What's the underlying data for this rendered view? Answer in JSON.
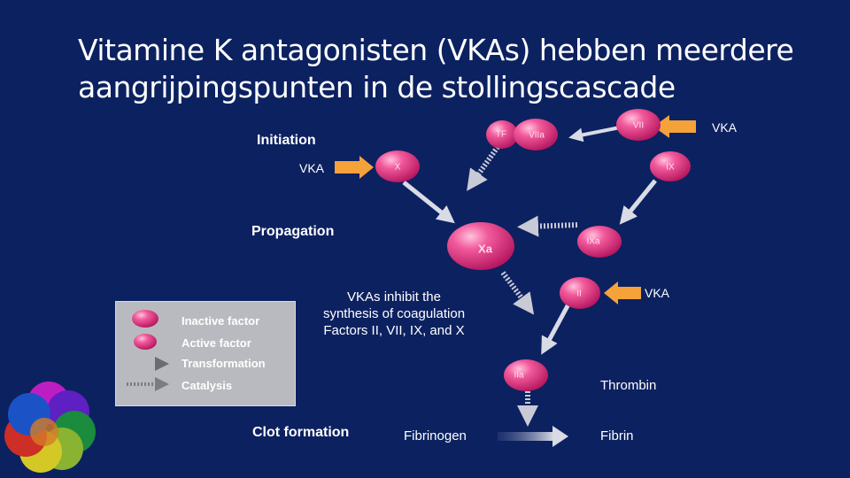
{
  "title": "Vitamine K antagonisten (VKAs) hebben meerdere aangrijpingspunten in de stollingscascade",
  "sections": {
    "initiation": "Initiation",
    "propagation": "Propagation",
    "clot_formation": "Clot formation"
  },
  "vka_label": "VKA",
  "factors": {
    "tf": "TF",
    "viia": "VIIa",
    "vii": "VII",
    "x": "X",
    "ix": "IX",
    "xa": "Xa",
    "ixa": "IXa",
    "ii": "II",
    "iia": "IIa"
  },
  "center_text": [
    "VKAs inhibit the",
    "synthesis of coagulation",
    "Factors II, VII, IX, and X"
  ],
  "thrombin": "Thrombin",
  "fibrinogen": "Fibrinogen",
  "fibrin": "Fibrin",
  "legend": {
    "inactive": "Inactive factor",
    "active": "Active factor",
    "transformation": "Transformation",
    "catalysis": "Catalysis"
  },
  "colors": {
    "background": "#0c2160",
    "factor_fill": "#e8287c",
    "vka_arrow": "#f5a23a",
    "legend_bg": "#b9bac0"
  }
}
